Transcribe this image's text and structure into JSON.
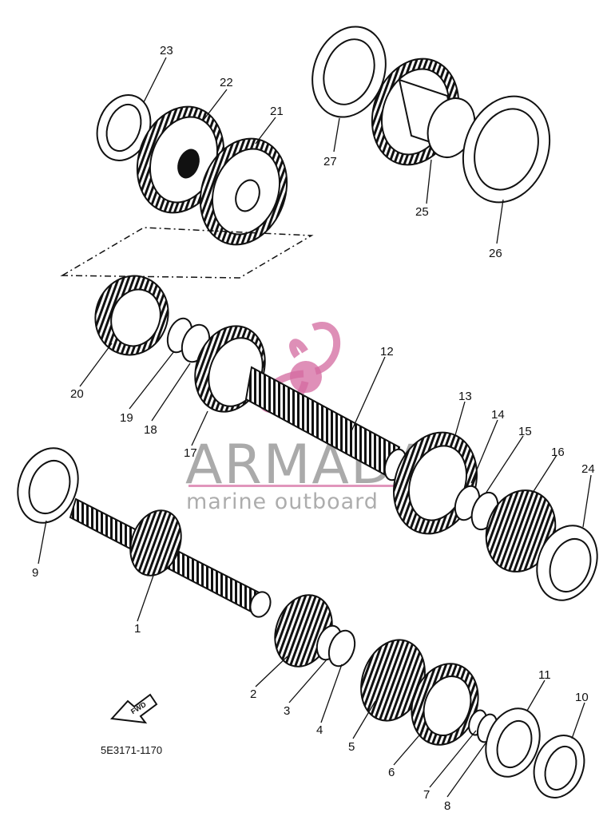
{
  "watermark": {
    "brand": "ARMADA",
    "tagline": "marine outboard",
    "accent_color": "#d46aa0"
  },
  "diagram": {
    "code": "5E3171-1170",
    "fwd_label": "FWD",
    "callouts": [
      "1",
      "2",
      "3",
      "4",
      "5",
      "6",
      "7",
      "8",
      "9",
      "10",
      "11",
      "12",
      "13",
      "14",
      "15",
      "16",
      "17",
      "18",
      "19",
      "20",
      "21",
      "22",
      "23",
      "24",
      "25",
      "26",
      "27"
    ]
  }
}
